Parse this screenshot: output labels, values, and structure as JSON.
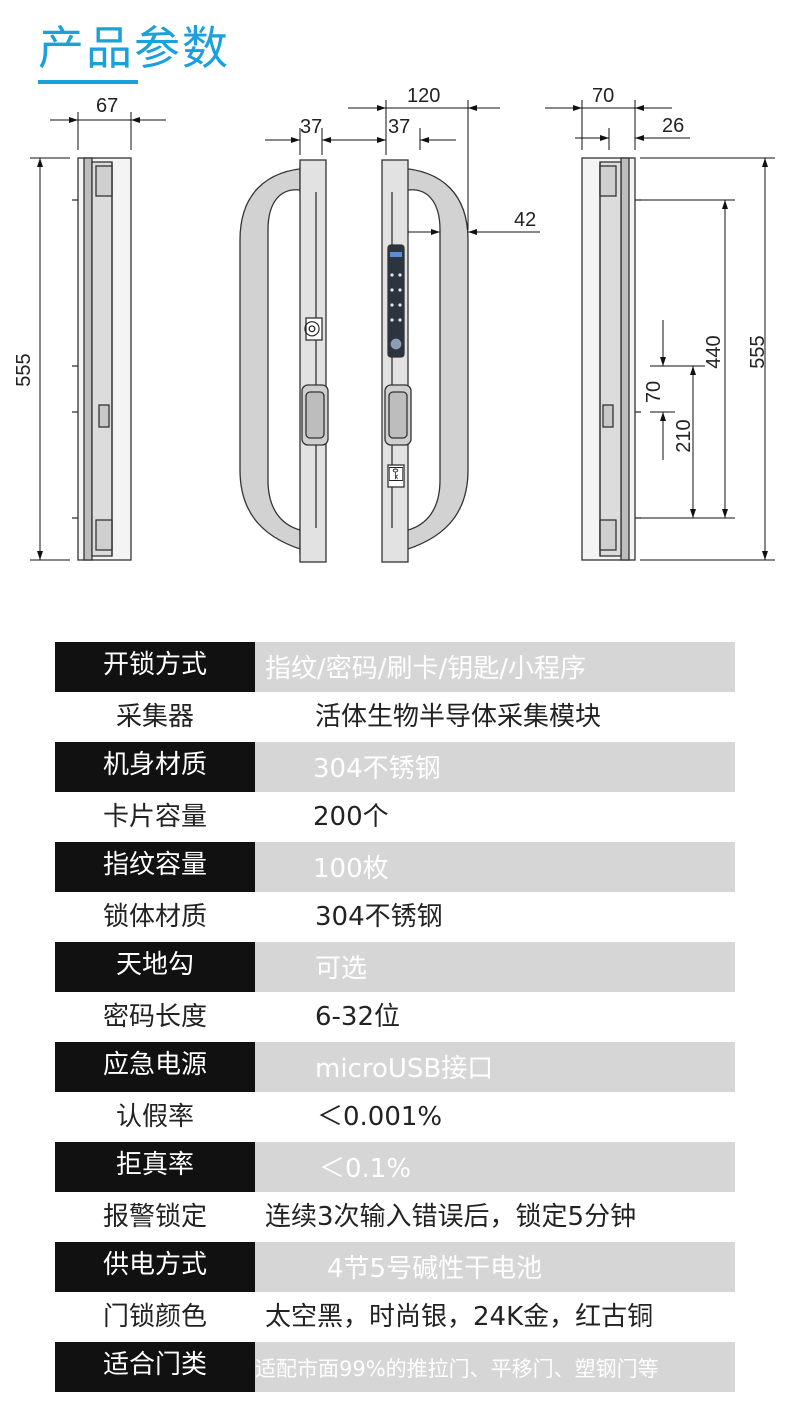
{
  "title": "产品参数",
  "dimensions": {
    "left_width": "67",
    "left_height": "555",
    "center_handle_a": "37",
    "center_handle_b": "37",
    "center_total": "120",
    "center_offset": "42",
    "right_depth": "70",
    "right_inner": "26",
    "right_height": "555",
    "right_span": "440",
    "right_a": "70",
    "right_b": "210"
  },
  "specs": [
    {
      "label": "开锁方式",
      "value": "指纹/密码/刷卡/钥匙/小程序",
      "dark": true
    },
    {
      "label": "采集器",
      "value": "活体生物半导体采集模块",
      "dark": false
    },
    {
      "label": "机身材质",
      "value": "304不锈钢",
      "dark": true
    },
    {
      "label": "卡片容量",
      "value": "200个",
      "dark": false
    },
    {
      "label": "指纹容量",
      "value": "100枚",
      "dark": true
    },
    {
      "label": "锁体材质",
      "value": "304不锈钢",
      "dark": false
    },
    {
      "label": "天地勾",
      "value": "可选",
      "dark": true
    },
    {
      "label": "密码长度",
      "value": "6-32位",
      "dark": false
    },
    {
      "label": "应急电源",
      "value": "microUSB接口",
      "dark": true
    },
    {
      "label": "认假率",
      "value": "＜0.001%",
      "dark": false
    },
    {
      "label": "拒真率",
      "value": "＜0.1%",
      "dark": true
    },
    {
      "label": "报警锁定",
      "value": "连续3次输入错误后，锁定5分钟",
      "dark": false
    },
    {
      "label": "供电方式",
      "value": "4节5号碱性干电池",
      "dark": true
    },
    {
      "label": "门锁颜色",
      "value": "太空黑，时尚银，24K金，红古铜",
      "dark": false
    },
    {
      "label": "适合门类",
      "value": "适配市面99%的推拉门、平移门、塑钢门等",
      "dark": true
    }
  ]
}
